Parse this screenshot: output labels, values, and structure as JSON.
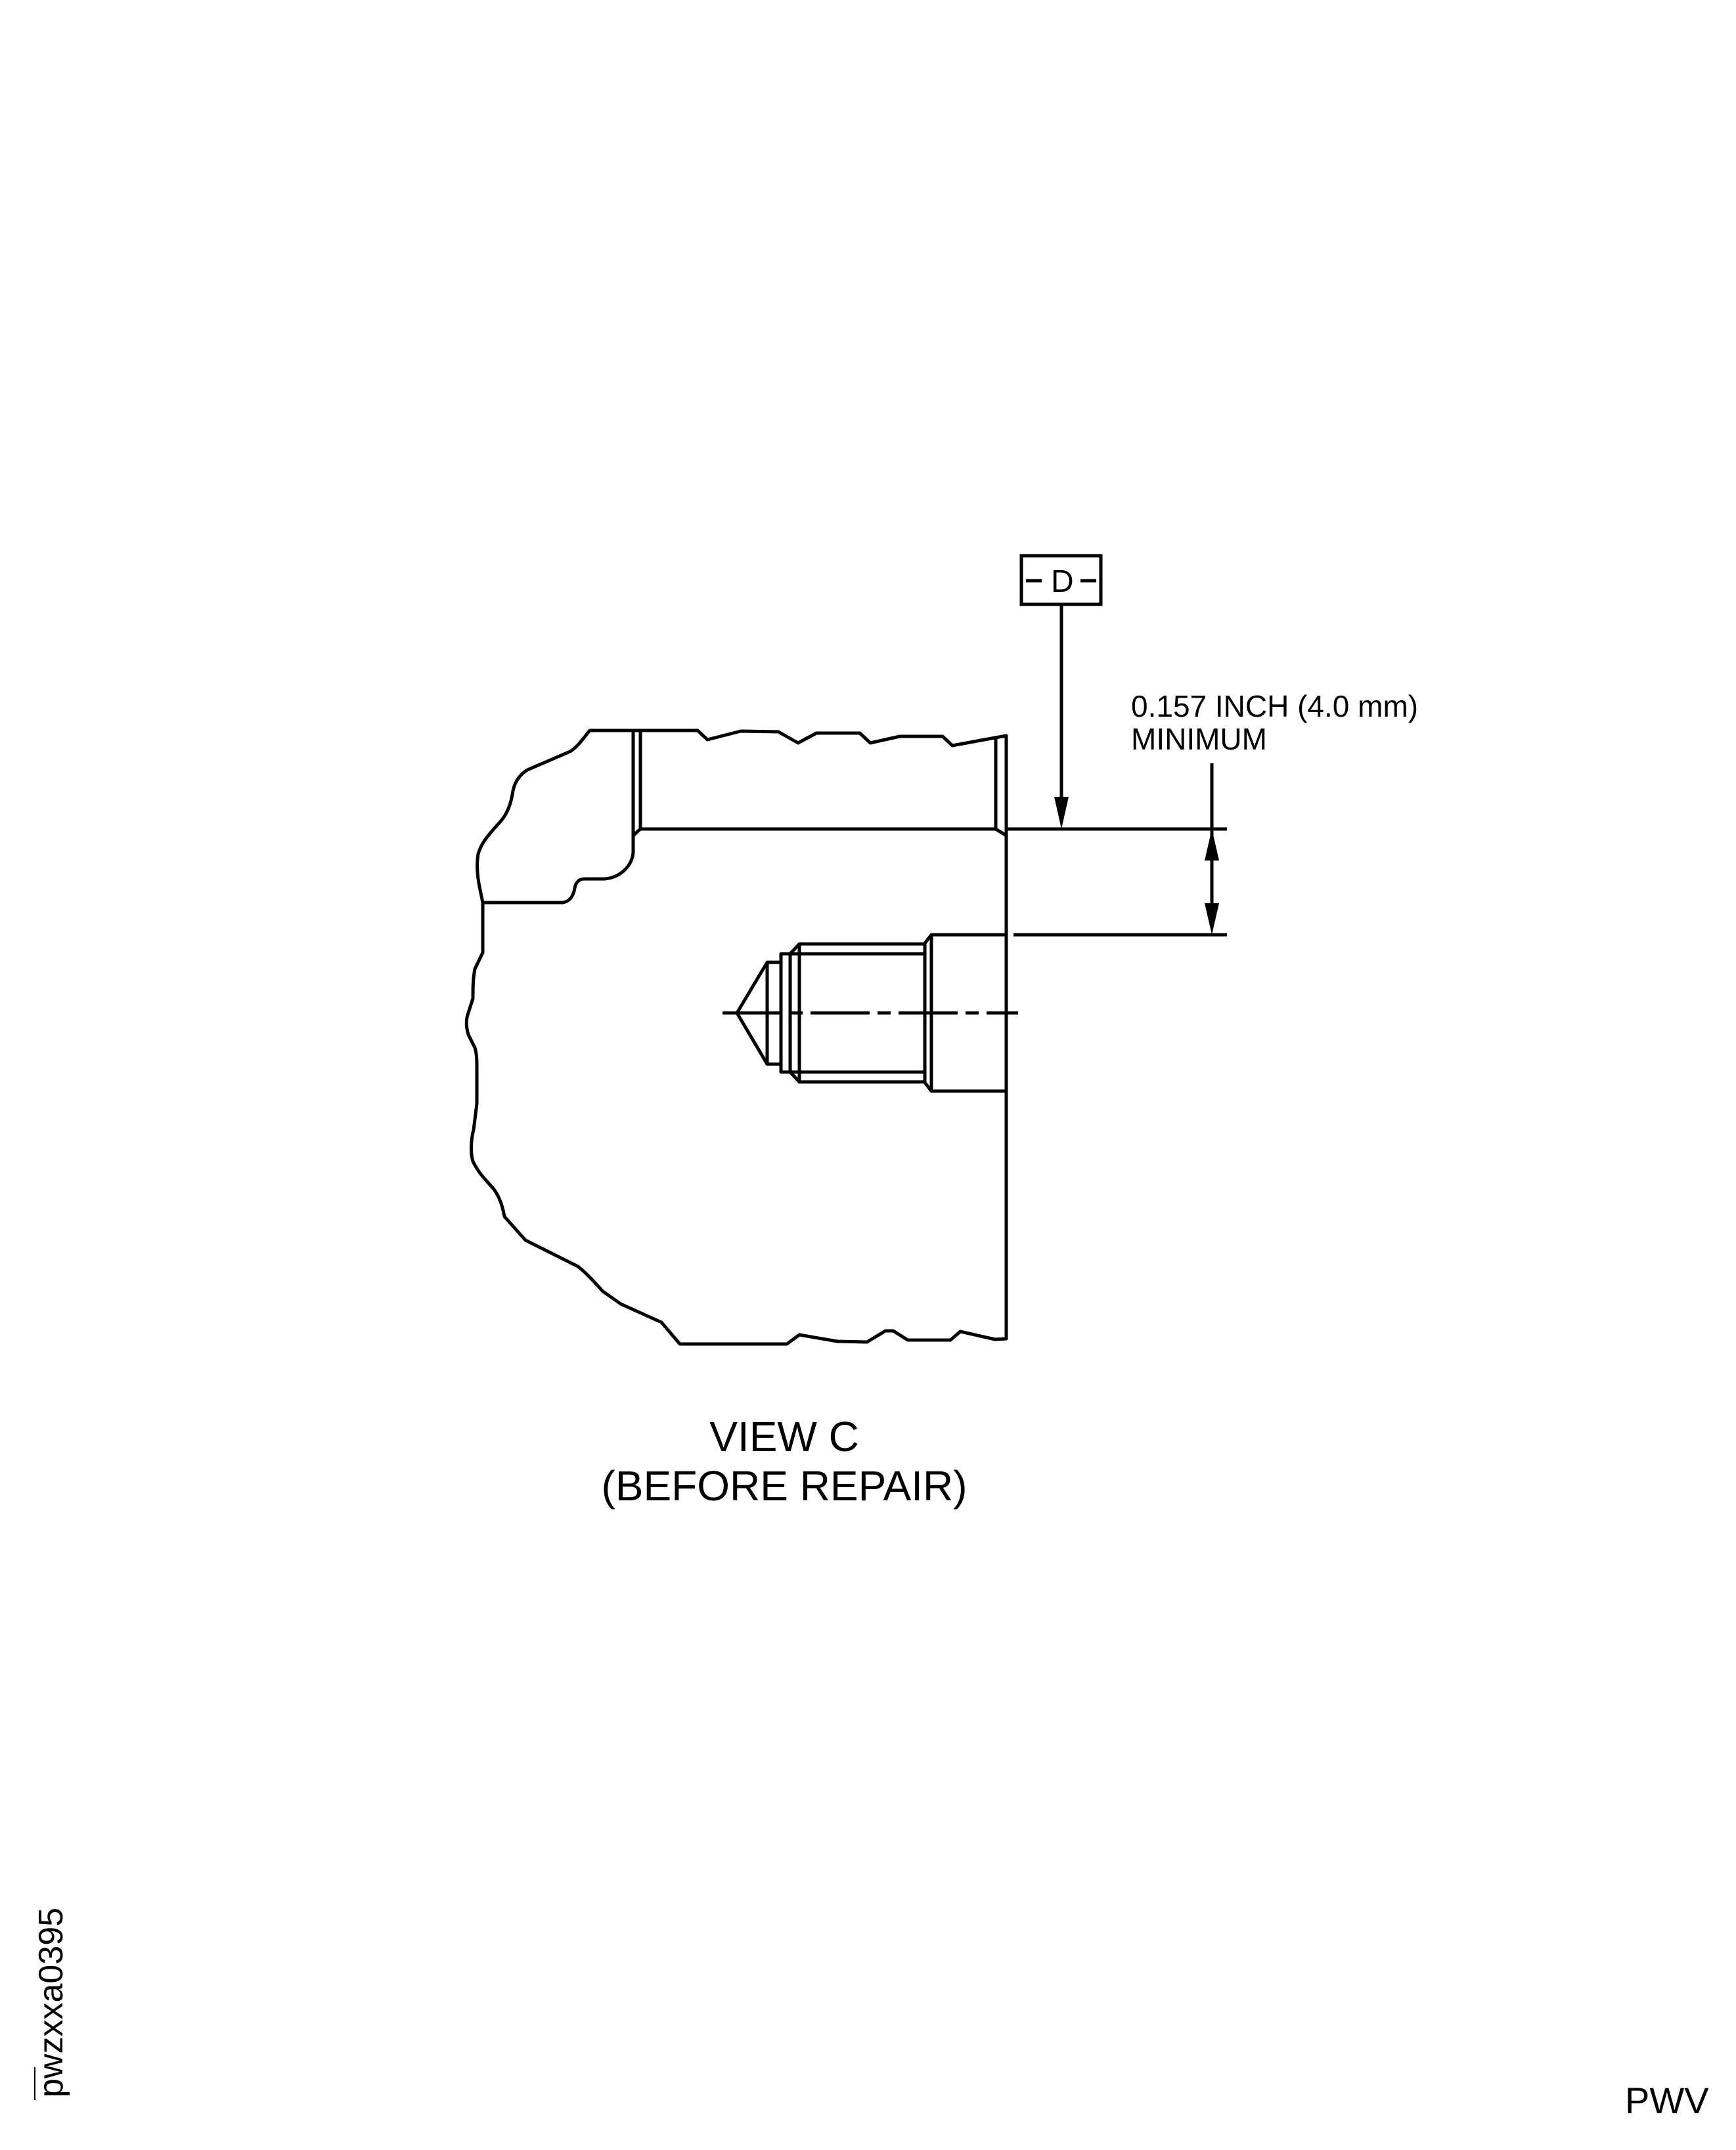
{
  "drawing": {
    "datum_label": "D",
    "dimension": {
      "value_line": "0.157 INCH (4.0 mm)",
      "qualifier_line": "MINIMUM"
    },
    "view": {
      "title": "VIEW C",
      "subtitle": "(BEFORE REPAIR)"
    },
    "figure_id": "pwzxxa0395",
    "corner_code": "PWV",
    "line_color": "#000000",
    "background_color": "#ffffff"
  }
}
